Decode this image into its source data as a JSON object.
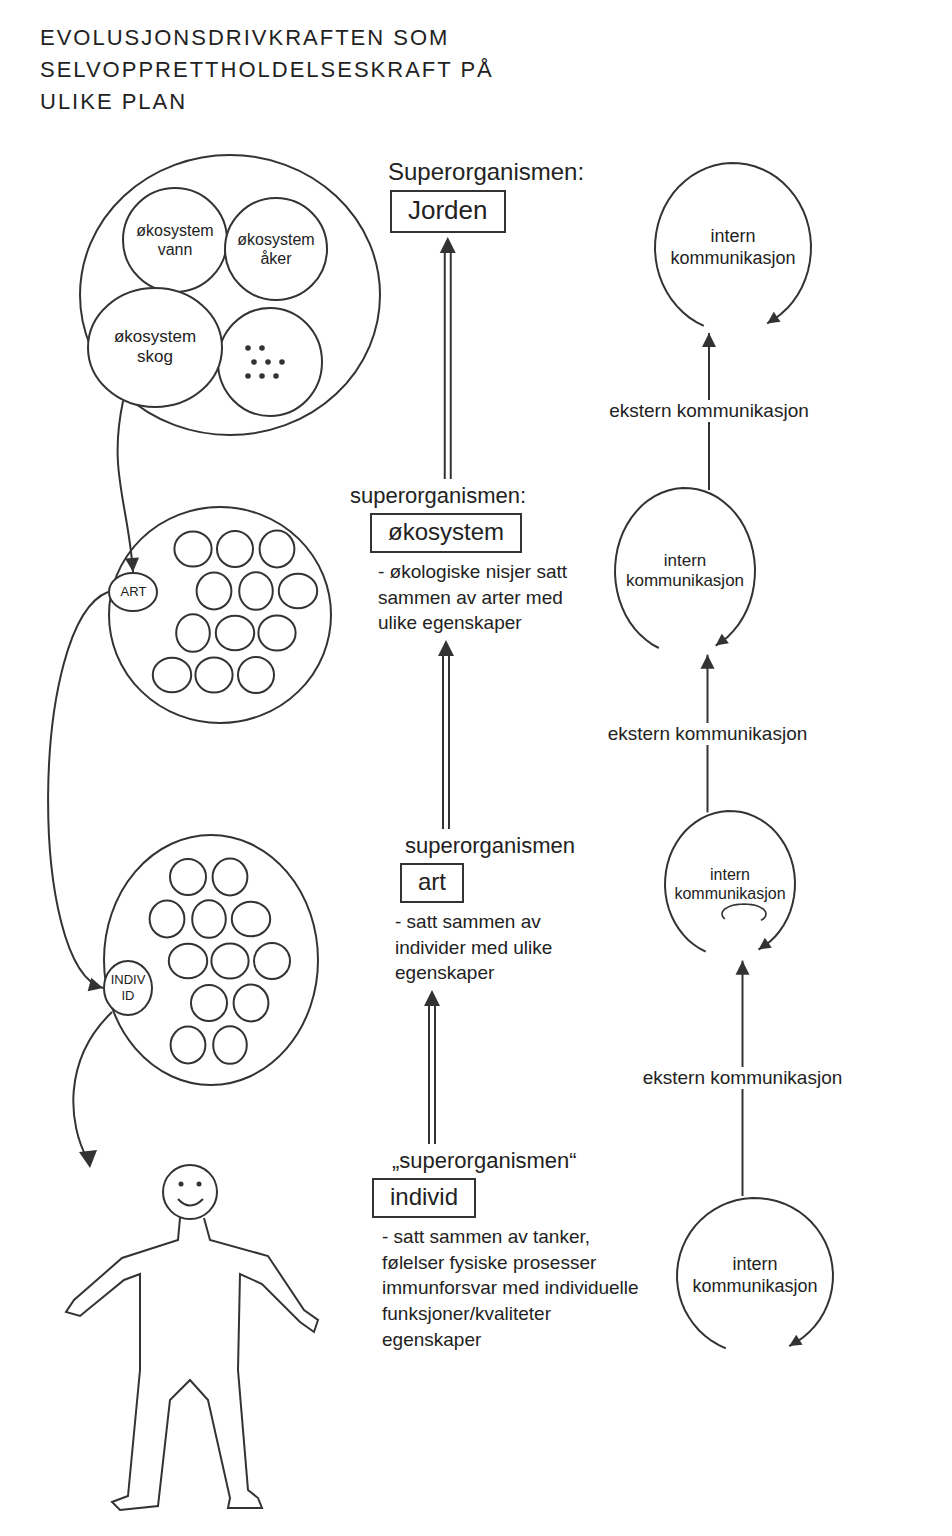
{
  "diagram": {
    "title": "EVOLUSJONSDRIVKRAFTEN SOM SELVOPPRETTHOLDELSESKRAFT PÅ ULIKE PLAN",
    "nodes": [
      {
        "text": [
          "økosystem vann"
        ]
      },
      {
        "text": [
          "økosystem åker"
        ]
      },
      {
        "text": [
          "økosystem skog"
        ]
      },
      {
        "text": [
          "ART"
        ]
      },
      {
        "text": [
          "INDIVID"
        ]
      },
      {
        "text": [
          "Superorganismen:",
          "Jorden"
        ]
      },
      {
        "text": [
          "superorganismen:",
          "økosystem",
          "- økologiske nisjer satt sammen av arter med ulike egenskaper"
        ]
      },
      {
        "text": [
          "superorganismen",
          "art",
          "- satt sammen av individer med ulike egenskaper"
        ]
      },
      {
        "text": [
          "„superorganismen“",
          "individ",
          "- satt sammen av tanker, følelser fysiske prosesser immunforsvar med individuelle funksjoner/kvaliteter egenskaper"
        ]
      },
      {
        "text": [
          "intern kommunikasjon"
        ]
      },
      {
        "text": [
          "intern kommunikasjon"
        ]
      },
      {
        "text": [
          "intern kommunikasjon"
        ]
      },
      {
        "text": [
          "intern kommunikasjon"
        ]
      }
    ],
    "edges": [
      {
        "from": 2,
        "to": 3,
        "arrow": "to"
      },
      {
        "from": 3,
        "to": 4,
        "arrow": "to"
      },
      {
        "from": 8,
        "to": 7,
        "arrow": "to"
      },
      {
        "from": 7,
        "to": 6,
        "arrow": "to"
      },
      {
        "from": 6,
        "to": 5,
        "arrow": "to"
      },
      {
        "from": 12,
        "to": 11,
        "label": "ekstern kommunikasjon",
        "arrow": "to"
      },
      {
        "from": 11,
        "to": 10,
        "label": "ekstern kommunikasjon",
        "arrow": "to"
      },
      {
        "from": 10,
        "to": 9,
        "label": "ekstern kommunikasjon",
        "arrow": "to"
      }
    ]
  }
}
